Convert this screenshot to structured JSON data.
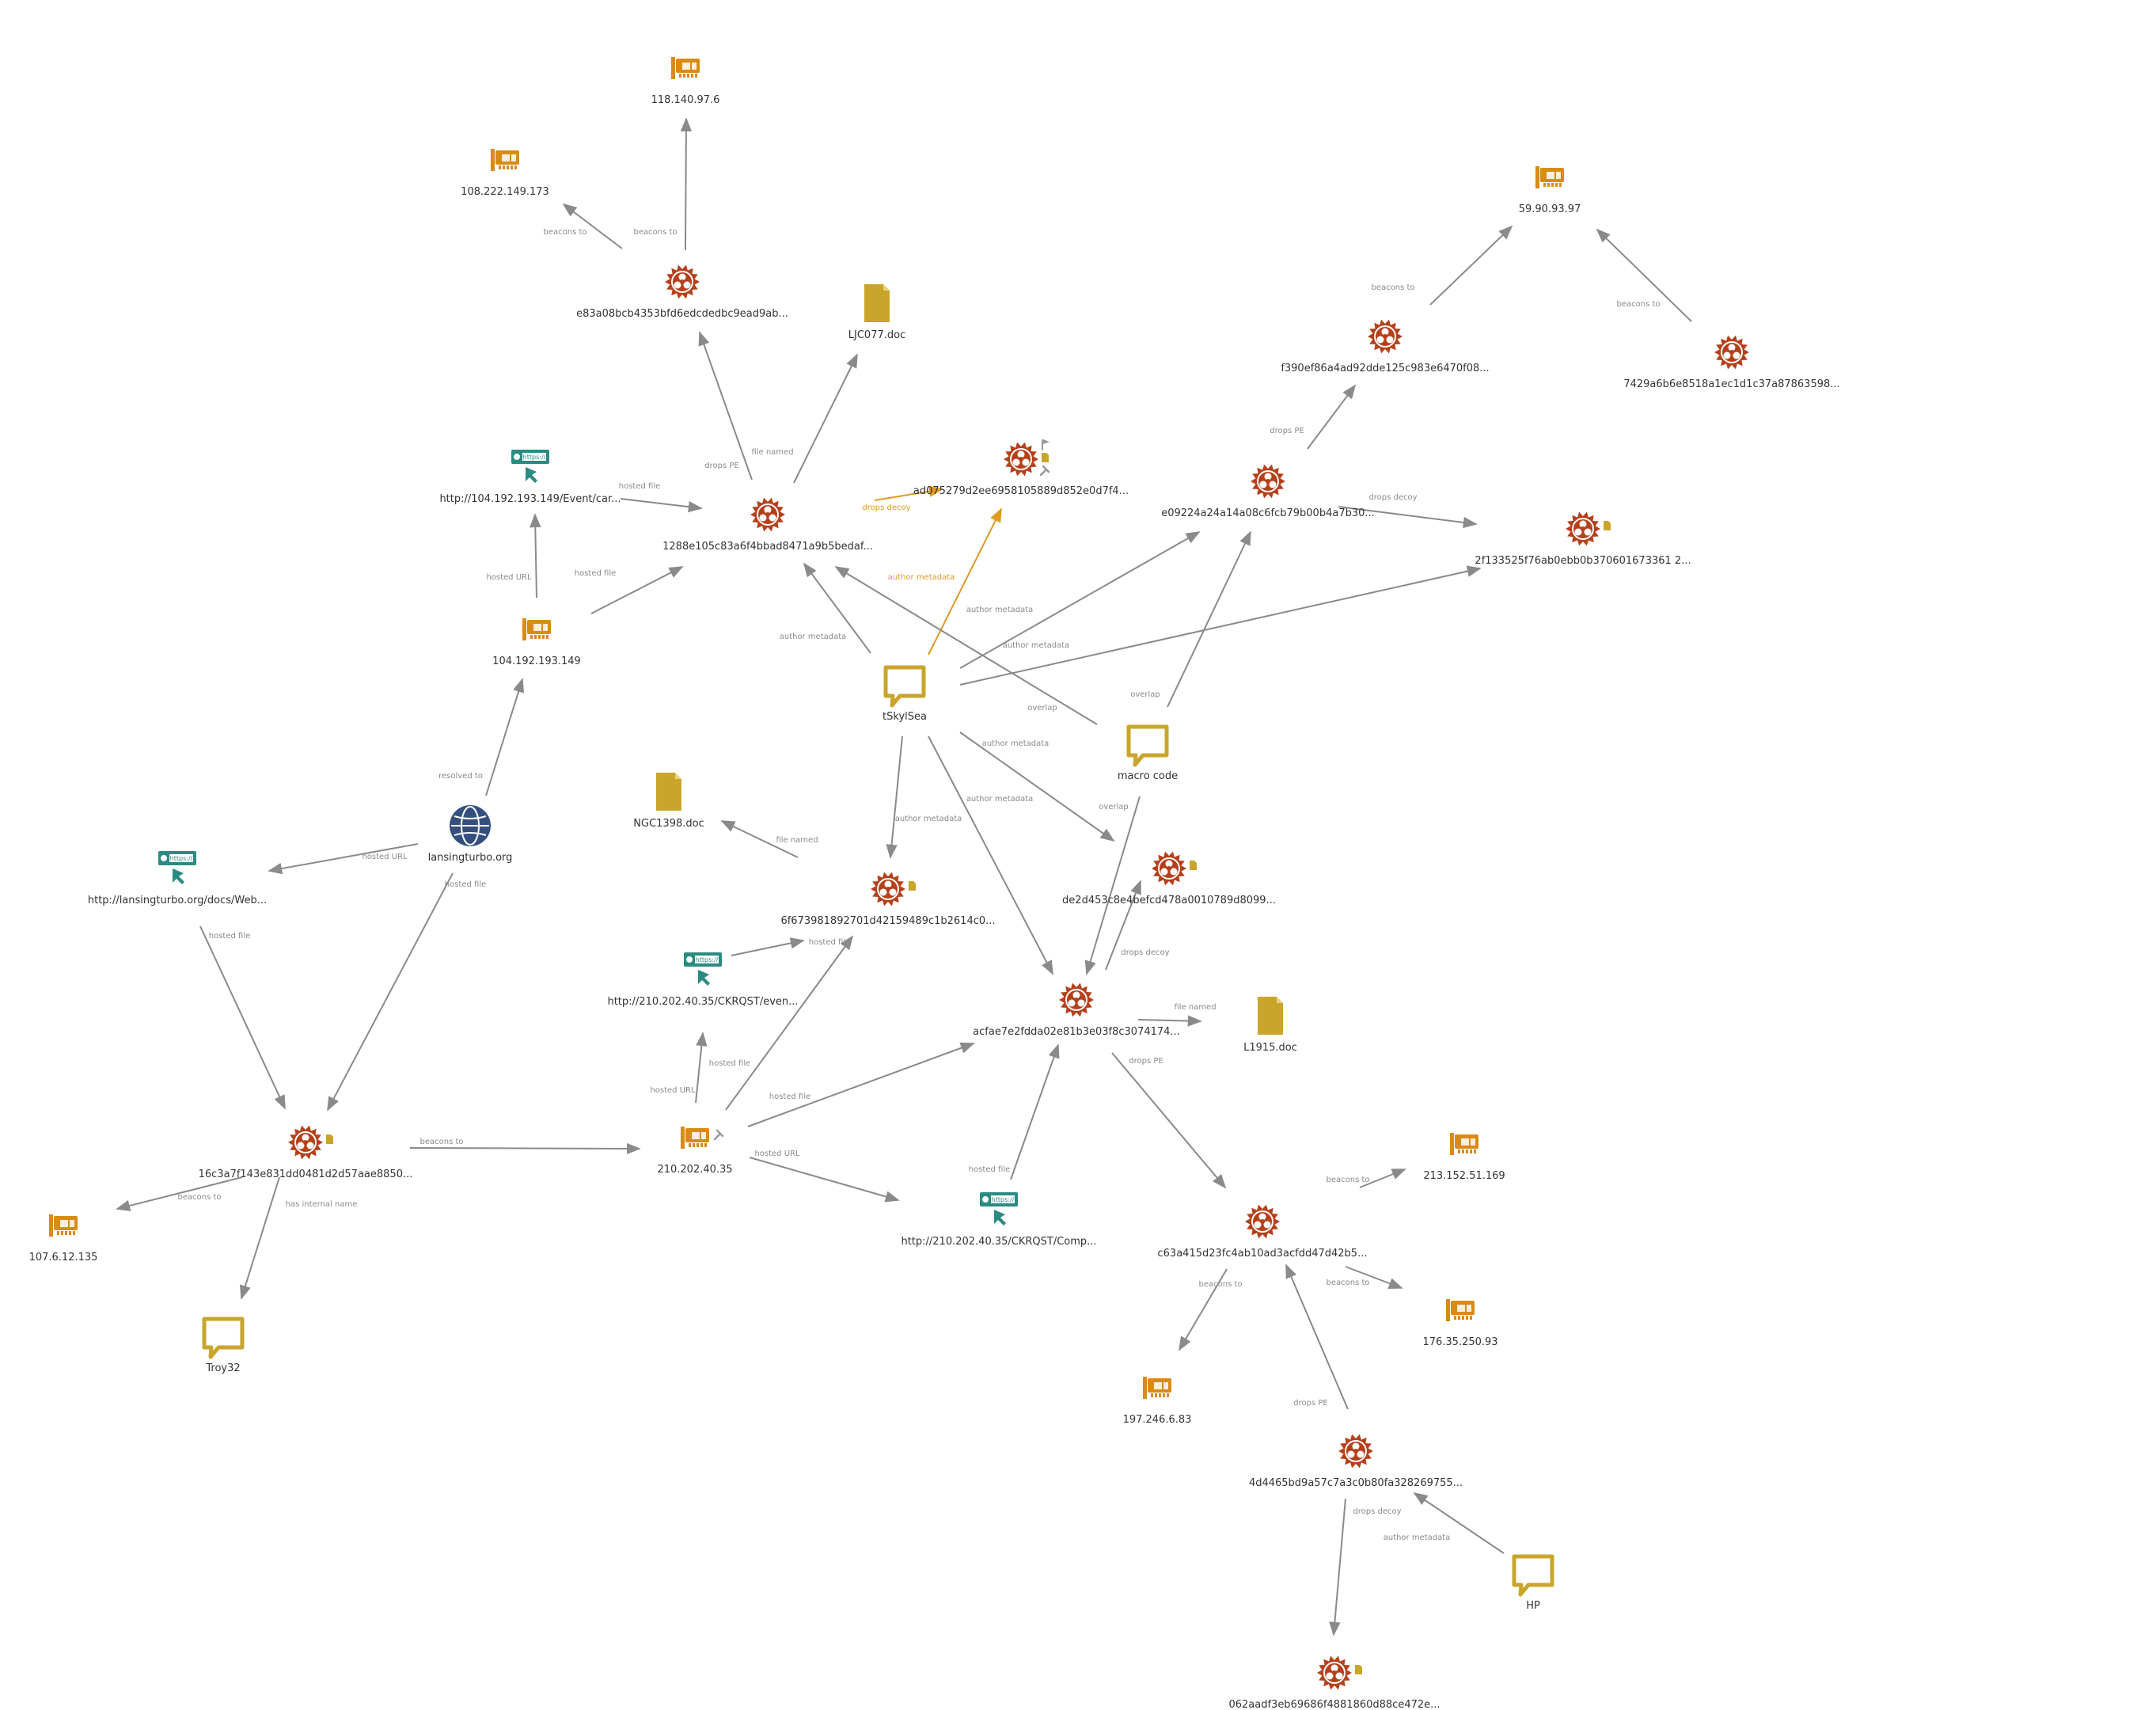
{
  "colors": {
    "edge": "#8a8a8a",
    "edge_highlight": "#e09a1f",
    "malware": "#b5401b",
    "ip": "#d98b15",
    "url": "#2a8b82",
    "document": "#c9a52c",
    "comment": "#c9a52c",
    "domain": "#344f7e"
  },
  "nodes": [
    {
      "id": "ip1",
      "type": "ip",
      "icon": "network-card-icon",
      "label": "118.140.97.6"
    },
    {
      "id": "ip2",
      "type": "ip",
      "icon": "network-card-icon",
      "label": "108.222.149.173"
    },
    {
      "id": "mal1",
      "type": "malware",
      "icon": "malware-icon",
      "label": "e83a08bcb4353bfd6edcdedbc9ead9ab..."
    },
    {
      "id": "doc1",
      "type": "document",
      "icon": "document-icon",
      "label": "LJC077.doc"
    },
    {
      "id": "url1",
      "type": "url",
      "icon": "url-icon",
      "label": "http://104.192.193.149/Event/car..."
    },
    {
      "id": "mal2",
      "type": "malware",
      "icon": "malware-icon",
      "label": "1288e105c83a6f4bbad8471a9b5bedaf..."
    },
    {
      "id": "mal3",
      "type": "malware",
      "icon": "malware-icon",
      "label": "ad075279d2ee6958105889d852e0d7f4...",
      "badges": [
        "flag",
        "doc",
        "pin"
      ]
    },
    {
      "id": "ip3",
      "type": "ip",
      "icon": "network-card-icon",
      "label": "104.192.193.149"
    },
    {
      "id": "com1",
      "type": "comment",
      "icon": "comment-icon",
      "label": "tSkylSea"
    },
    {
      "id": "com2",
      "type": "comment",
      "icon": "comment-icon",
      "label": "macro code"
    },
    {
      "id": "ip4",
      "type": "ip",
      "icon": "network-card-icon",
      "label": "59.90.93.97"
    },
    {
      "id": "mal4",
      "type": "malware",
      "icon": "malware-icon",
      "label": "f390ef86a4ad92dde125c983e6470f08..."
    },
    {
      "id": "mal5",
      "type": "malware",
      "icon": "malware-icon",
      "label": "7429a6b6e8518a1ec1d1c37a87863598..."
    },
    {
      "id": "mal6",
      "type": "malware",
      "icon": "malware-icon",
      "label": "e09224a24a14a08c6fcb79b00b4a7b30..."
    },
    {
      "id": "mal7",
      "type": "malware",
      "icon": "malware-icon",
      "label": "2f133525f76ab0ebb0b370601673361 2...",
      "badges": [
        "doc"
      ]
    },
    {
      "id": "dom1",
      "type": "domain",
      "icon": "globe-icon",
      "label": "lansingturbo.org"
    },
    {
      "id": "url2",
      "type": "url",
      "icon": "url-icon",
      "label": "http://lansingturbo.org/docs/Web..."
    },
    {
      "id": "doc2",
      "type": "document",
      "icon": "document-icon",
      "label": "NGC1398.doc"
    },
    {
      "id": "mal8",
      "type": "malware",
      "icon": "malware-icon",
      "label": "6f673981892701d42159489c1b2614c0...",
      "badges": [
        "doc"
      ]
    },
    {
      "id": "mal9",
      "type": "malware",
      "icon": "malware-icon",
      "label": "de2d453c8e4befcd478a0010789d8099...",
      "badges": [
        "doc"
      ]
    },
    {
      "id": "url3",
      "type": "url",
      "icon": "url-icon",
      "label": "http://210.202.40.35/CKRQST/even..."
    },
    {
      "id": "mal10",
      "type": "malware",
      "icon": "malware-icon",
      "label": "acfae7e2fdda02e81b3e03f8c3074174..."
    },
    {
      "id": "doc3",
      "type": "document",
      "icon": "document-icon",
      "label": "L1915.doc"
    },
    {
      "id": "mal11",
      "type": "malware",
      "icon": "malware-icon",
      "label": "16c3a7f143e831dd0481d2d57aae8850...",
      "badges": [
        "doc"
      ]
    },
    {
      "id": "ip5",
      "type": "ip",
      "icon": "network-card-icon",
      "label": "210.202.40.35",
      "badges": [
        "pin"
      ]
    },
    {
      "id": "url4",
      "type": "url",
      "icon": "url-icon",
      "label": "http://210.202.40.35/CKRQST/Comp..."
    },
    {
      "id": "ip6",
      "type": "ip",
      "icon": "network-card-icon",
      "label": "213.152.51.169"
    },
    {
      "id": "mal12",
      "type": "malware",
      "icon": "malware-icon",
      "label": "c63a415d23fc4ab10ad3acfdd47d42b5..."
    },
    {
      "id": "ip7",
      "type": "ip",
      "icon": "network-card-icon",
      "label": "176.35.250.93"
    },
    {
      "id": "ip8",
      "type": "ip",
      "icon": "network-card-icon",
      "label": "107.6.12.135"
    },
    {
      "id": "com3",
      "type": "comment",
      "icon": "comment-icon",
      "label": "Troy32"
    },
    {
      "id": "ip9",
      "type": "ip",
      "icon": "network-card-icon",
      "label": "197.246.6.83"
    },
    {
      "id": "mal13",
      "type": "malware",
      "icon": "malware-icon",
      "label": "4d4465bd9a57c7a3c0b80fa328269755..."
    },
    {
      "id": "com4",
      "type": "comment",
      "icon": "comment-icon",
      "label": "HP"
    },
    {
      "id": "mal14",
      "type": "malware",
      "icon": "malware-icon",
      "label": "062aadf3eb69686f4881860d88ce472e...",
      "badges": [
        "doc"
      ]
    }
  ],
  "edges": [
    {
      "from": "mal1",
      "to": "ip1",
      "label": "beacons to"
    },
    {
      "from": "mal1",
      "to": "ip2",
      "label": "beacons to"
    },
    {
      "from": "mal2",
      "to": "mal1",
      "label": "drops PE"
    },
    {
      "from": "mal2",
      "to": "doc1",
      "label": "file named"
    },
    {
      "from": "url1",
      "to": "mal2",
      "label": "hosted file"
    },
    {
      "from": "ip3",
      "to": "url1",
      "label": "hosted URL"
    },
    {
      "from": "ip3",
      "to": "mal2",
      "label": "hosted file"
    },
    {
      "from": "mal2",
      "to": "mal3",
      "label": "drops decoy",
      "highlight": true
    },
    {
      "from": "com1",
      "to": "mal3",
      "label": "author metadata",
      "highlight": true
    },
    {
      "from": "com1",
      "to": "mal2",
      "label": "author metadata"
    },
    {
      "from": "com2",
      "to": "mal2",
      "label": "overlap"
    },
    {
      "from": "com1",
      "to": "mal6",
      "label": "author metadata"
    },
    {
      "from": "com1",
      "to": "mal7",
      "label": "author metadata"
    },
    {
      "from": "com2",
      "to": "mal6",
      "label": "overlap"
    },
    {
      "from": "mal6",
      "to": "mal4",
      "label": "drops PE"
    },
    {
      "from": "mal6",
      "to": "mal7",
      "label": "drops decoy"
    },
    {
      "from": "mal4",
      "to": "ip4",
      "label": "beacons to"
    },
    {
      "from": "mal5",
      "to": "ip4",
      "label": "beacons to"
    },
    {
      "from": "dom1",
      "to": "ip3",
      "label": "resolved to"
    },
    {
      "from": "dom1",
      "to": "url2",
      "label": "hosted URL"
    },
    {
      "from": "dom1",
      "to": "mal11",
      "label": "hosted file"
    },
    {
      "from": "url2",
      "to": "mal11",
      "label": "hosted file"
    },
    {
      "from": "mal8",
      "to": "doc2",
      "label": "file named"
    },
    {
      "from": "com1",
      "to": "mal8",
      "label": "author metadata"
    },
    {
      "from": "com1",
      "to": "mal9",
      "label": "author metadata"
    },
    {
      "from": "com1",
      "to": "mal10",
      "label": "author metadata"
    },
    {
      "from": "com2",
      "to": "mal10",
      "label": "overlap"
    },
    {
      "from": "mal10",
      "to": "mal9",
      "label": "drops decoy"
    },
    {
      "from": "mal10",
      "to": "doc3",
      "label": "file named"
    },
    {
      "from": "mal10",
      "to": "mal12",
      "label": "drops PE"
    },
    {
      "from": "url3",
      "to": "mal8",
      "label": "hosted file"
    },
    {
      "from": "ip5",
      "to": "url3",
      "label": "hosted URL"
    },
    {
      "from": "ip5",
      "to": "mal8",
      "label": "hosted file"
    },
    {
      "from": "ip5",
      "to": "mal10",
      "label": "hosted file"
    },
    {
      "from": "ip5",
      "to": "url4",
      "label": "hosted URL"
    },
    {
      "from": "url4",
      "to": "mal10",
      "label": "hosted file"
    },
    {
      "from": "mal11",
      "to": "ip5",
      "label": "beacons to"
    },
    {
      "from": "mal11",
      "to": "ip8",
      "label": "beacons to"
    },
    {
      "from": "mal11",
      "to": "com3",
      "label": "has internal name"
    },
    {
      "from": "mal12",
      "to": "ip6",
      "label": "beacons to"
    },
    {
      "from": "mal12",
      "to": "ip7",
      "label": "beacons to"
    },
    {
      "from": "mal12",
      "to": "ip9",
      "label": "beacons to"
    },
    {
      "from": "mal13",
      "to": "mal12",
      "label": "drops PE"
    },
    {
      "from": "mal13",
      "to": "mal14",
      "label": "drops decoy"
    },
    {
      "from": "com4",
      "to": "mal13",
      "label": "author metadata"
    }
  ]
}
